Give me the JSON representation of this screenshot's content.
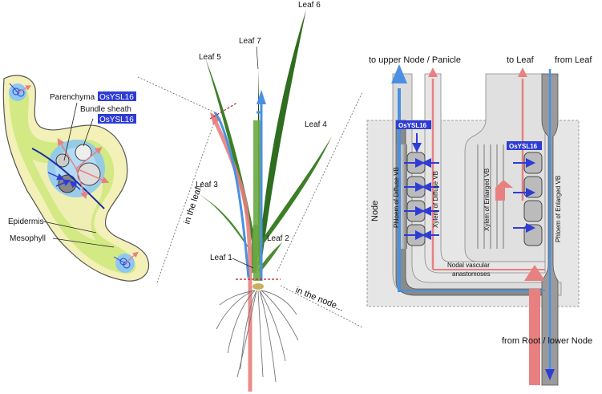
{
  "leaf_section": {
    "parenchyma_label": "Parenchyma",
    "parenchyma_badge": "OsYSL16",
    "bundle_sheath_label": "Bundle sheath",
    "bundle_sheath_badge": "OsYSL16",
    "epidermis_label": "Epidermis",
    "mesophyll_label": "Mesophyll",
    "in_leaf_label": "in the leaf..."
  },
  "plant": {
    "leaf_labels": [
      "Leaf 1",
      "Leaf 2",
      "Leaf 3",
      "Leaf 4",
      "Leaf 5",
      "Leaf 6",
      "Leaf 7"
    ],
    "in_node_label": "in the node..."
  },
  "node_section": {
    "to_upper_label": "to upper Node / Panicle",
    "to_leaf_label": "to Leaf",
    "from_leaf_label": "from Leaf",
    "from_root_label": "from Root / lower Node",
    "node_label": "Node",
    "nodal_anastomoses_label_1": "Nodal vascular",
    "nodal_anastomoses_label_2": "anastomoses",
    "phloem_diffuse_label": "Phloem of Diffuse VB",
    "xylem_diffuse_label": "Xylem of Diffuse VB",
    "xylem_enlarged_label": "Xylem of Enlarged VB",
    "phloem_enlarged_label": "Phloem of Enlarged VB",
    "badge_diffuse": "OsYSL16",
    "badge_enlarged": "OsYSL16"
  },
  "colors": {
    "blue_flow": "#4a90e2",
    "red_flow": "#e88080",
    "badge_bg": "#2e3cd6",
    "leaf_fill": "#e8f0a0",
    "mesophyll_fill": "#cde87a",
    "node_box": "#e6e6e6",
    "tube_gray": "#9a9a9a"
  }
}
